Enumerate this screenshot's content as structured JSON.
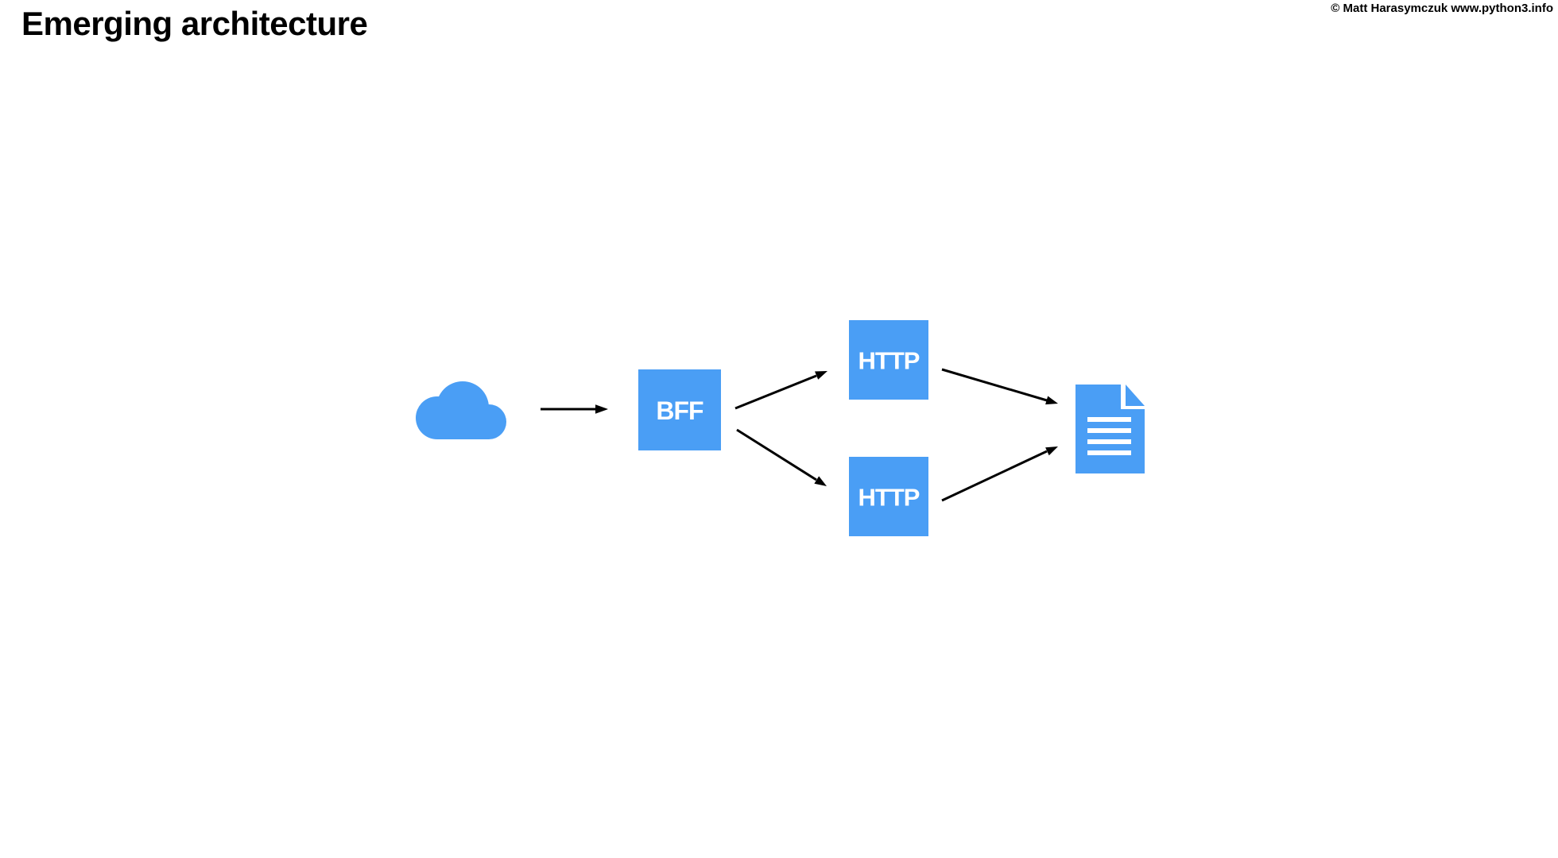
{
  "page": {
    "title": "Emerging architecture",
    "copyright": "© Matt Harasymczuk www.python3.info"
  },
  "diagram": {
    "nodes": {
      "cloud": {
        "id": "cloud",
        "icon": "cloud-icon",
        "label": ""
      },
      "bff": {
        "id": "bff",
        "label": "BFF"
      },
      "http_top": {
        "id": "http-top",
        "label": "HTTP"
      },
      "http_bottom": {
        "id": "http-bottom",
        "label": "HTTP"
      },
      "document": {
        "id": "document",
        "icon": "document-icon",
        "label": ""
      }
    },
    "edges": [
      {
        "from": "cloud",
        "to": "bff"
      },
      {
        "from": "bff",
        "to": "http-top"
      },
      {
        "from": "bff",
        "to": "http-bottom"
      },
      {
        "from": "http-top",
        "to": "document"
      },
      {
        "from": "http-bottom",
        "to": "document"
      }
    ],
    "colors": {
      "node_fill": "#4A9EF5",
      "node_text": "#FFFFFF",
      "arrow": "#000000"
    }
  }
}
